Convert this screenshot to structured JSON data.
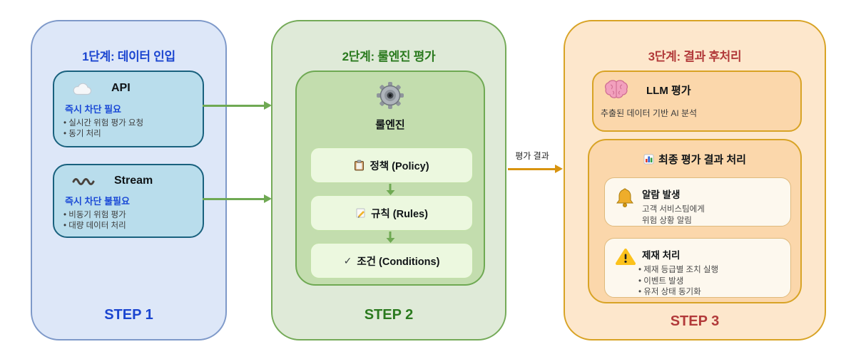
{
  "step1": {
    "title": "1단계: 데이터 인입",
    "step_label": "STEP 1",
    "cards": [
      {
        "icon": "cloud-icon",
        "title": "API",
        "subtitle": "즉시 차단 필요",
        "bullets": [
          "실시간 위험 평가 요청",
          "동기 처리"
        ]
      },
      {
        "icon": "wave-icon",
        "title": "Stream",
        "subtitle": "즉시 차단 불필요",
        "bullets": [
          "비동기 위험 평가",
          "대량 데이터 처리"
        ]
      }
    ]
  },
  "step2": {
    "title": "2단계: 룰엔진 평가",
    "step_label": "STEP 2",
    "engine_icon": "gear-icon",
    "engine_title": "룰엔진",
    "stages": [
      {
        "icon": "clipboard-icon",
        "label": "정책 (Policy)"
      },
      {
        "icon": "memo-icon",
        "label": "규칙 (Rules)"
      },
      {
        "icon": "check-icon",
        "glyph": "✓",
        "label": "조건 (Conditions)"
      }
    ]
  },
  "step3": {
    "title": "3단계: 결과 후처리",
    "step_label": "STEP 3",
    "llm_card": {
      "icon": "brain-icon",
      "title": "LLM 평가",
      "description": "추출된 데이터 기반 AI 분석"
    },
    "result_card": {
      "icon": "bar-chart-icon",
      "title": "최종 평가 결과 처리",
      "sub_cards": [
        {
          "icon": "bell-icon",
          "title": "알람 발생",
          "lines": [
            "고객 서비스팀에게",
            "위험 상황 알림"
          ]
        },
        {
          "icon": "warning-icon",
          "title": "제재 처리",
          "bullets": [
            "제재 등급별 조치 실행",
            "이벤트 발생",
            "유저 상태 동기화"
          ]
        }
      ]
    }
  },
  "arrows": {
    "evaluation_label": "평가 결과"
  },
  "colors": {
    "step1_accent": "#1b45d0",
    "step1_panel_bg": "#dde7f8",
    "step1_panel_border": "#7e99c9",
    "step1_card_bg": "#b9ddec",
    "step1_card_border": "#19617e",
    "step2_accent": "#2a7a1e",
    "step2_panel_bg": "#dfead8",
    "step2_panel_border": "#74aa58",
    "engine_bg": "#c3ddae",
    "stage_bg": "#ecf8df",
    "arrow_green": "#6fa953",
    "step3_accent": "#b23a3a",
    "step3_panel_bg": "#fde7cc",
    "step3_panel_border": "#d8a325",
    "step3_card_bg": "#fbd7ab",
    "step3_subcard_bg": "#fdf8ee",
    "arrow_orange": "#d8940f"
  }
}
